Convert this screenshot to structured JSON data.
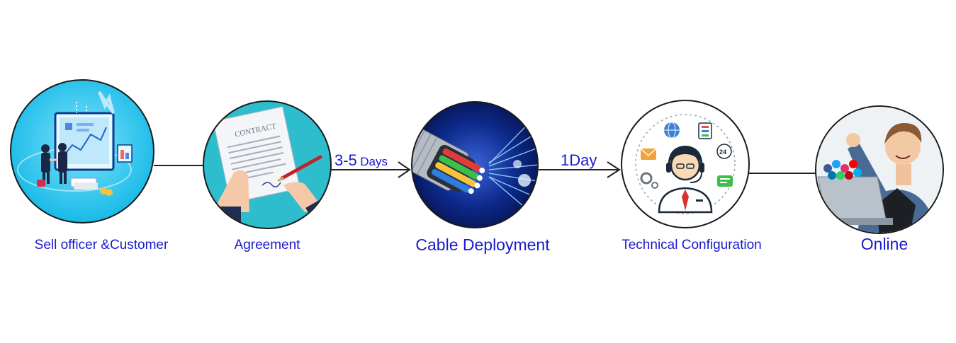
{
  "diagram": {
    "steps": [
      {
        "label": "Sell officer &Customer",
        "icon": "business-handshake-icon"
      },
      {
        "label": "Agreement",
        "icon": "contract-signing-icon",
        "contract_word": "CONTRACT"
      },
      {
        "label": "Cable Deployment",
        "icon": "fiber-cable-icon"
      },
      {
        "label": "Technical Configuration",
        "icon": "support-agent-icon",
        "badge": "24"
      },
      {
        "label": "Online",
        "icon": "happy-user-laptop-icon"
      }
    ],
    "connectors": [
      {
        "from": 0,
        "to": 1,
        "type": "line",
        "duration": null
      },
      {
        "from": 1,
        "to": 2,
        "type": "arrow",
        "duration": {
          "number": "3-5",
          "unit": "Days"
        }
      },
      {
        "from": 2,
        "to": 3,
        "type": "arrow",
        "duration": {
          "number": "1",
          "unit": "Day"
        }
      },
      {
        "from": 3,
        "to": 4,
        "type": "line",
        "duration": null
      }
    ]
  },
  "colors": {
    "label": "#1a1acc",
    "connector": "#222222",
    "circle_outline": "#1a1a1a",
    "cyan_bg": "#17c3ee",
    "teal_bg": "#2ebdcc",
    "navy_bg": "#0a1f73",
    "white_bg": "#ffffff"
  }
}
